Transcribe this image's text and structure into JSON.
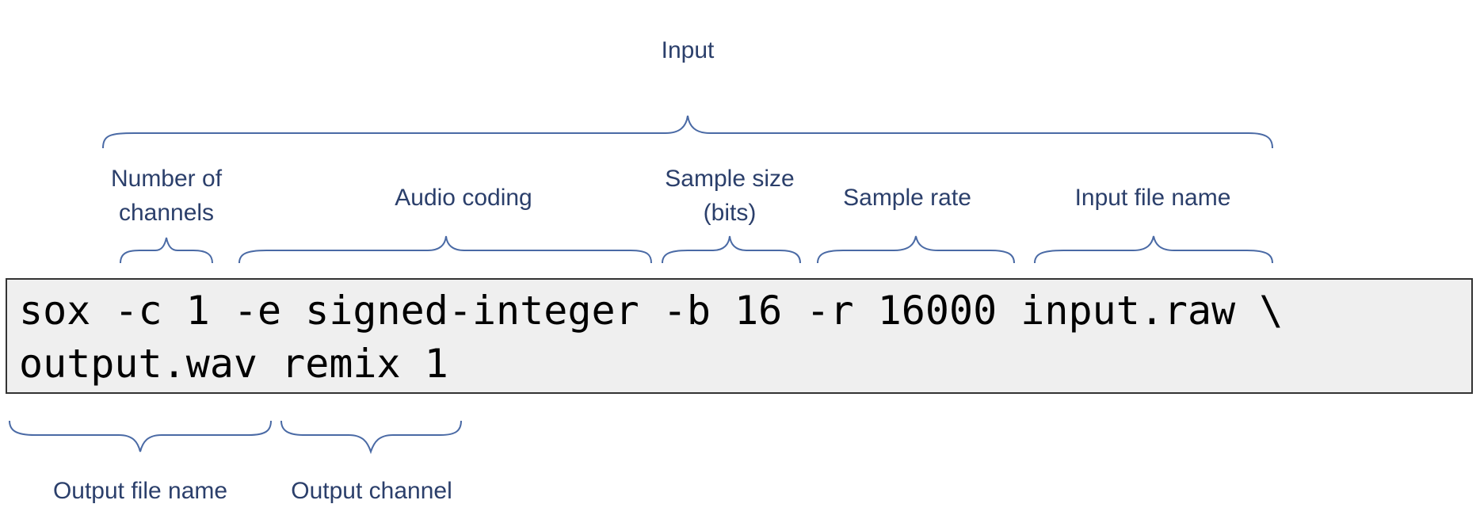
{
  "labels": {
    "input": "Input",
    "number_of_channels": [
      "Number of",
      "channels"
    ],
    "audio_coding": "Audio coding",
    "sample_size": [
      "Sample size",
      "(bits)"
    ],
    "sample_rate": "Sample rate",
    "input_file_name": "Input file name",
    "output_file_name": "Output file name",
    "output_channel": "Output channel"
  },
  "command": {
    "line1": "sox -c 1 -e signed-integer -b 16 -r 16000 input.raw \\",
    "line2": "output.wav remix 1"
  },
  "colors": {
    "label_text": "#2b3f6b",
    "brace": "#4a6aa5",
    "code_background": "#efefef",
    "code_border": "#333333"
  }
}
